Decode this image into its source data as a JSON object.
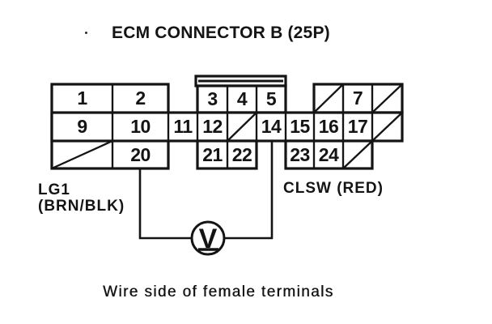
{
  "colors": {
    "ink": "#141414",
    "paper": "#ffffff"
  },
  "title": "ECM CONNECTOR B (25P)",
  "connector": {
    "pins": [
      "1",
      "2",
      "3",
      "4",
      "5",
      "7",
      "9",
      "10",
      "11",
      "12",
      "14",
      "15",
      "16",
      "17",
      "20",
      "21",
      "22",
      "23",
      "24"
    ]
  },
  "labels": {
    "lg1_line1": "LG1",
    "lg1_line2": "(BRN/BLK)",
    "clsw": "CLSW (RED)"
  },
  "meter": {
    "symbol": "V"
  },
  "caption": "Wire side of female terminals"
}
